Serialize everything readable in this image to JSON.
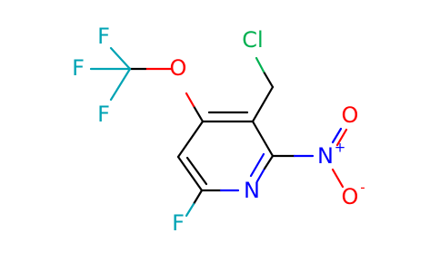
{
  "molecule": {
    "atoms": {
      "cl": "Cl",
      "o_ether": "O",
      "f1": "F",
      "f2": "F",
      "f3": "F",
      "n_ring": "N",
      "f_ring": "F",
      "n_nitro": "N",
      "o_nitro_top": "O",
      "o_nitro_bottom": "O"
    },
    "charges": {
      "nitro_n": "+",
      "nitro_o": "-"
    }
  },
  "colors": {
    "carbon_bond": "#000000",
    "chlorine": "#00b050",
    "oxygen": "#ff0000",
    "fluorine": "#00a3b4",
    "nitrogen": "#0000ff"
  }
}
